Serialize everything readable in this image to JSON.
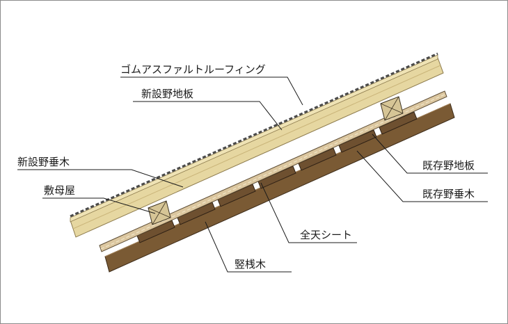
{
  "labels": {
    "rubber_asphalt_roofing": "ゴムアスファルトルーフィング",
    "new_sheathing": "新設野地板",
    "new_rafter": "新設野垂木",
    "shikimoya": "敷母屋",
    "existing_sheathing": "既存野地板",
    "existing_rafter": "既存野垂木",
    "full_sheet": "全天シート",
    "vertical_batten": "竪桟木"
  },
  "colors": {
    "line": "#1a1a1a",
    "roofing": "#4a4a4a",
    "new_board": "#e6d7a1",
    "new_board_edge": "#c9b479",
    "block": "#d6c596",
    "existing_board": "#dcc7a0",
    "existing_rafter": "#7a5a34",
    "batten": "#6e5030",
    "sheet": "#f0e6c8"
  }
}
